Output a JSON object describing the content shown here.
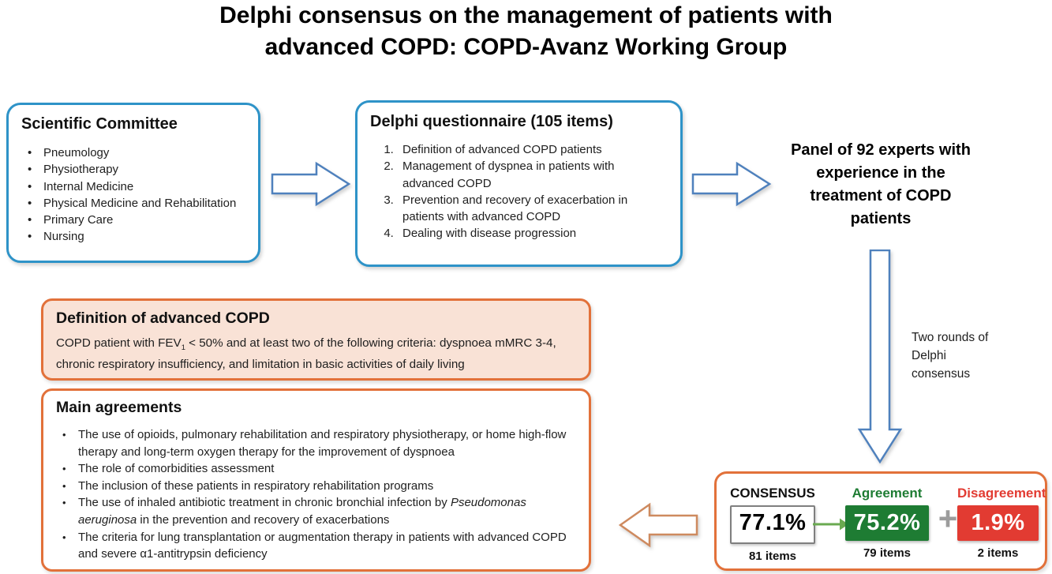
{
  "title": "Delphi consensus on the management of patients with advanced COPD: COPD-Avanz Working Group",
  "scientific_committee": {
    "title": "Scientific Committee",
    "items": [
      "Pneumology",
      "Physiotherapy",
      "Internal Medicine",
      "Physical Medicine and Rehabilitation",
      "Primary Care",
      "Nursing"
    ]
  },
  "questionnaire": {
    "title": "Delphi questionnaire (105 items)",
    "items": [
      "Definition of advanced COPD patients",
      "Management of dyspnea in patients with advanced COPD",
      "Prevention and recovery of exacerbation in patients with advanced COPD",
      "Dealing with disease progression"
    ]
  },
  "panel": {
    "text": "Panel of 92 experts with experience in the treatment of COPD patients"
  },
  "rounds_note": {
    "text": "Two rounds of Delphi consensus"
  },
  "definition": {
    "title": "Definition of advanced COPD",
    "body_pre": "COPD patient with FEV",
    "fev_subscript": "1",
    "body_post": " < 50% and at least two of the following criteria: dyspnoea mMRC 3-4, chronic respiratory insufficiency, and limitation in basic activities of daily living"
  },
  "main_agreements": {
    "title": "Main agreements",
    "items": [
      {
        "text": "The use of opioids, pulmonary rehabilitation and respiratory physiotherapy, or home high-flow therapy and long-term oxygen therapy for the improvement of dyspnoea"
      },
      {
        "text": "The role of comorbidities assessment"
      },
      {
        "text": "The inclusion of these patients in respiratory rehabilitation programs"
      },
      {
        "pre": "The use of inhaled antibiotic treatment in chronic bronchial infection by ",
        "italic": "Pseudomonas aeruginosa",
        "post": " in the prevention and recovery of exacerbations"
      },
      {
        "text": "The criteria for lung transplantation or augmentation therapy in patients with advanced COPD and severe α1-antitrypsin deficiency"
      }
    ]
  },
  "consensus_summary": {
    "consensus": {
      "label": "CONSENSUS",
      "value": "77.1%",
      "items": "81 items"
    },
    "agreement": {
      "label": "Agreement",
      "value": "75.2%",
      "items": "79 items"
    },
    "plus": "+",
    "disagreement": {
      "label": "Disagreement",
      "value": "1.9%",
      "items": "2 items"
    }
  },
  "colors": {
    "blue_border": "#2E93C8",
    "blue_arrow": "#4F81BD",
    "orange_border": "#E2713A",
    "orange_arrow": "#CE8A5F",
    "peach_fill": "#F9E2D6",
    "green": "#1E7C33",
    "red": "#E23B32",
    "green_arrow": "#6AAA50",
    "gray_plus": "#9C9C9C",
    "gray_border": "#7F7F7F"
  }
}
